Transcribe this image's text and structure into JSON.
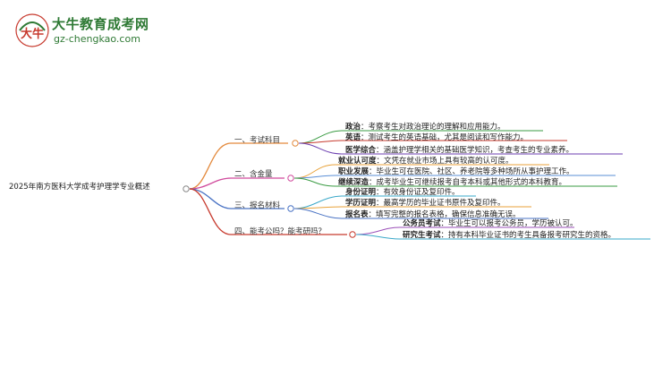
{
  "logo": {
    "mark_text": "大牛",
    "title": "大牛教育成考网",
    "url": "gz-chengkao.com"
  },
  "root": "2025年南方医科大学成考护理学专业概述",
  "branches": [
    {
      "label": "一、考试科目",
      "color": "#e3893b",
      "leaves": [
        {
          "key": "政治",
          "text": "：考察考生对政治理论的理解和应用能力。",
          "color": "#3a9b43"
        },
        {
          "key": "英语",
          "text": "：测试考生的英语基础，尤其是阅读和写作能力。",
          "color": "#c73a2e"
        },
        {
          "key": "医学综合",
          "text": "：涵盖护理学相关的基础医学知识，考查考生的专业素养。",
          "color": "#6c3fb0"
        }
      ]
    },
    {
      "label": "二、含金量",
      "color": "#d04a9c",
      "leaves": [
        {
          "key": "就业认可度",
          "text": "：文凭在就业市场上具有较高的认可度。",
          "color": "#e8a23a"
        },
        {
          "key": "职业发展",
          "text": "：毕业生可在医院、社区、养老院等多种场所从事护理工作。",
          "color": "#5a8fd6"
        },
        {
          "key": "继续深造",
          "text": "：成考毕业生可继续报考自考本科或其他形式的本科教育。",
          "color": "#3a9b43"
        }
      ]
    },
    {
      "label": "三、报名材料",
      "color": "#4a73c4",
      "leaves": [
        {
          "key": "身份证明",
          "text": "：有效身份证及复印件。",
          "color": "#3aa8c9"
        },
        {
          "key": "学历证明",
          "text": "：最高学历的毕业证书原件及复印件。",
          "color": "#e8a23a"
        },
        {
          "key": "报名表",
          "text": "：填写完整的报名表格，确保信息准确无误。",
          "color": "#4a73c4"
        }
      ]
    },
    {
      "label": "四、能考公吗？能考研吗？",
      "color": "#c73a2e",
      "leaves": [
        {
          "key": "公务员考试",
          "text": "：毕业生可以报考公务员，学历被认可。",
          "color": "#9b4fb8"
        },
        {
          "key": "研究生考试",
          "text": "：持有本科毕业证书的考生具备报考研究生的资格。",
          "color": "#3aa8c9"
        }
      ]
    }
  ]
}
